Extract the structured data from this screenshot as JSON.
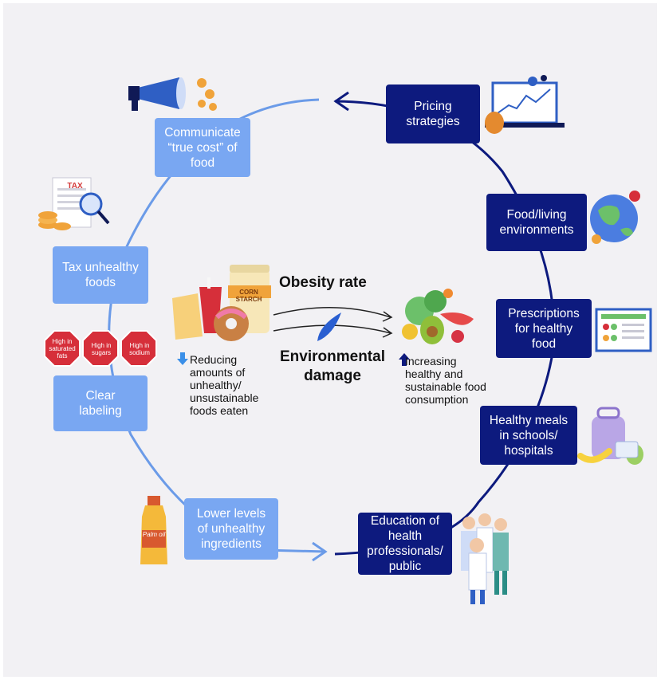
{
  "diagram": {
    "left_cycle": [
      {
        "label": "Communicate\n“true cost” of\nfood",
        "icon": "megaphone-icon"
      },
      {
        "label": "Tax unhealthy\nfoods",
        "icon": "tax-document-icon"
      },
      {
        "label": "Clear\nlabeling",
        "icon": "warning-labels-icon"
      },
      {
        "label": "Lower levels\nof unhealthy\ningredients",
        "icon": "palm-oil-bottle-icon"
      }
    ],
    "right_cycle": [
      {
        "label": "Pricing\nstrategies",
        "icon": "laptop-chart-icon"
      },
      {
        "label": "Food/living\nenvironments",
        "icon": "globe-food-icon"
      },
      {
        "label": "Prescriptions\nfor healthy\nfood",
        "icon": "prescription-sheet-icon"
      },
      {
        "label": "Healthy meals\nin schools/\nhospitals",
        "icon": "lunch-bag-icon"
      },
      {
        "label": "Education of\nhealth\nprofessionals/\npublic",
        "icon": "health-staff-icon"
      }
    ],
    "warning_labels": [
      "High in saturated fats",
      "High in sugars",
      "High in sodium"
    ],
    "tax_doc_text": "TAX",
    "palm_oil_text": "Palm oil",
    "corn_starch_text": "CORN STARCH",
    "center": {
      "obesity_rate": "Obesity rate",
      "environmental_damage": "Environmental\ndamage",
      "reducing_text": "Reducing\namounts of\nunhealthy/\nunsustainable\nfoods eaten",
      "increasing_text": "Increasing\nhealthy and\nsustainable food\nconsumption"
    },
    "colors": {
      "light_box": "#79a7f2",
      "dark_box": "#0d1a7e",
      "background": "#f2f1f4",
      "arrow_light": "#6b9be8",
      "arrow_dark": "#0d1a7e"
    }
  }
}
